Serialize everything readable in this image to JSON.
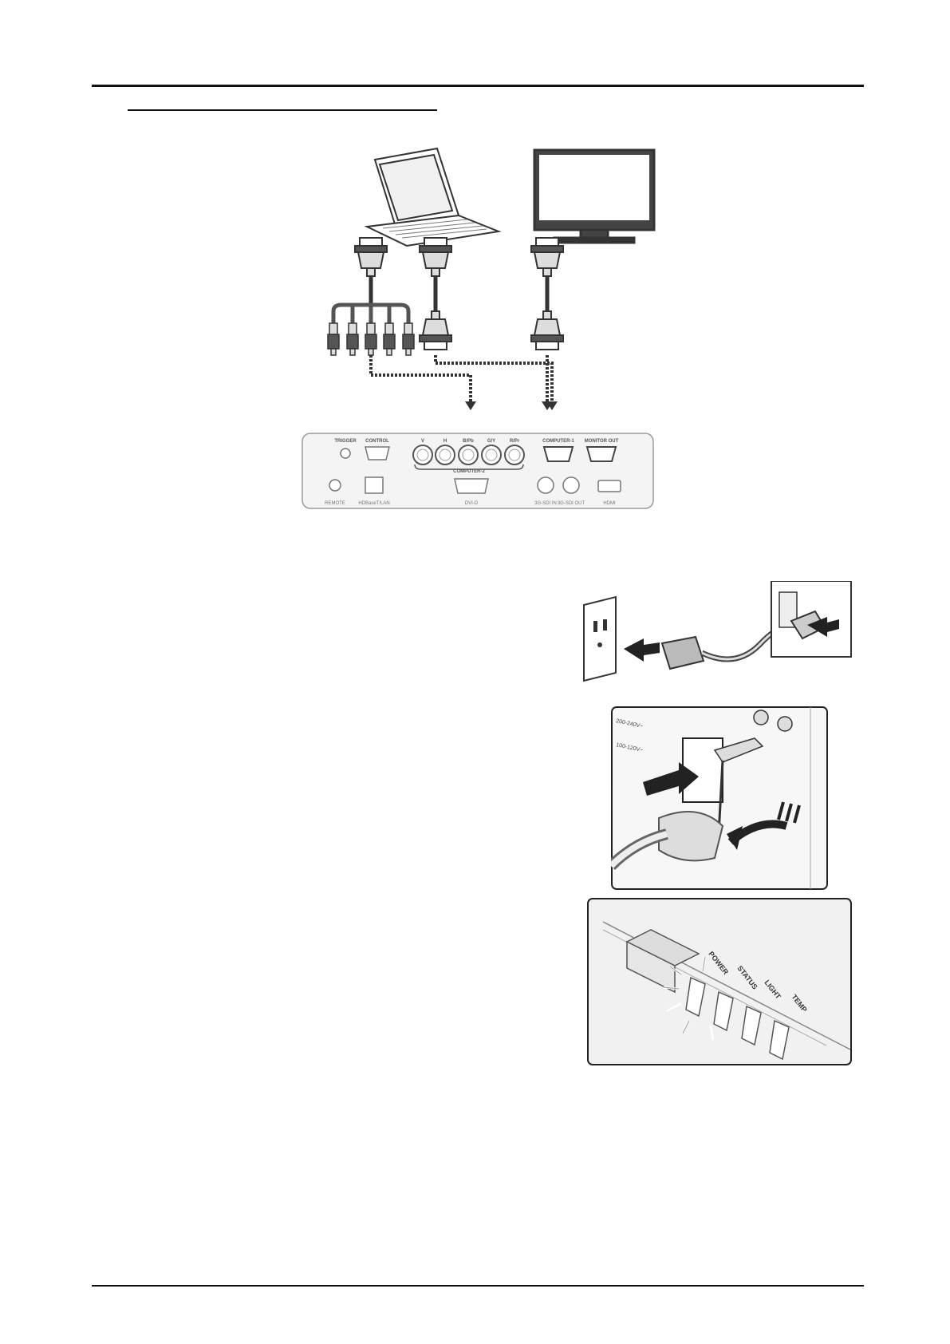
{
  "panel": {
    "ports_top": {
      "trigger": "TRIGGER",
      "control": "CONTROL",
      "v": "V",
      "h": "H",
      "bpb": "B/Pb",
      "gy": "G/Y",
      "rpr": "R/Pr",
      "computer1": "COMPUTER-1",
      "monitor_out": "MONITOR OUT"
    },
    "computer2": "COMPUTER-2",
    "ports_bottom": {
      "remote": "REMOTE",
      "hdbaset": "HDBaseT/LAN",
      "dvid": "DVI-D",
      "sdi_in": "3G-SDI IN",
      "sdi_out": "3G-SDI OUT",
      "hdmi": "HDMI"
    }
  },
  "power_panel": {
    "v1": "200-240V~",
    "v2": "100-120V~"
  },
  "indicators": {
    "power": "POWER",
    "status": "STATUS",
    "light": "LIGHT",
    "temp": "TEMP"
  },
  "colors": {
    "rule": "#111111",
    "line": "#333333",
    "panel_fill": "#f3f3f3",
    "gray": "#888888"
  }
}
